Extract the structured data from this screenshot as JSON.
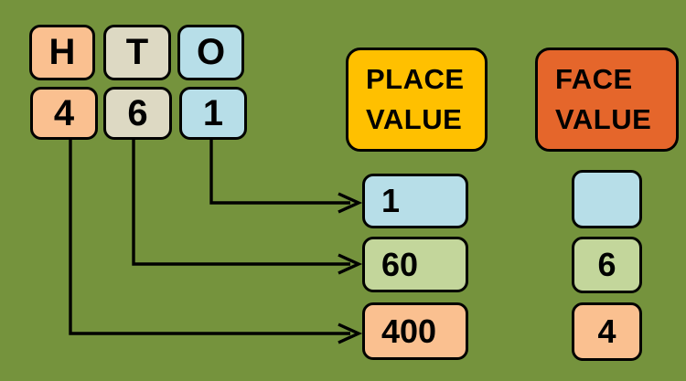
{
  "panel": {
    "letters": [
      "H",
      "T",
      "O"
    ],
    "digits": [
      "4",
      "6",
      "1"
    ]
  },
  "headers": {
    "place": {
      "line1": "PLACE",
      "line2": "VALUE"
    },
    "face": {
      "line1": "FACE",
      "line2": "VALUE"
    }
  },
  "place_values": [
    "1",
    "60",
    "400"
  ],
  "face_values": [
    "",
    "6",
    "4"
  ],
  "palette": {
    "background": "#75933D",
    "hundreds_box": "#FAC090",
    "tens_box": "#DDD9C3",
    "ones_box": "#B7DEE8",
    "value_green_box": "#C3D69B",
    "place_value_header": "#FFC000",
    "face_value_header": "#E5662B",
    "line_and_border": "#000000"
  }
}
